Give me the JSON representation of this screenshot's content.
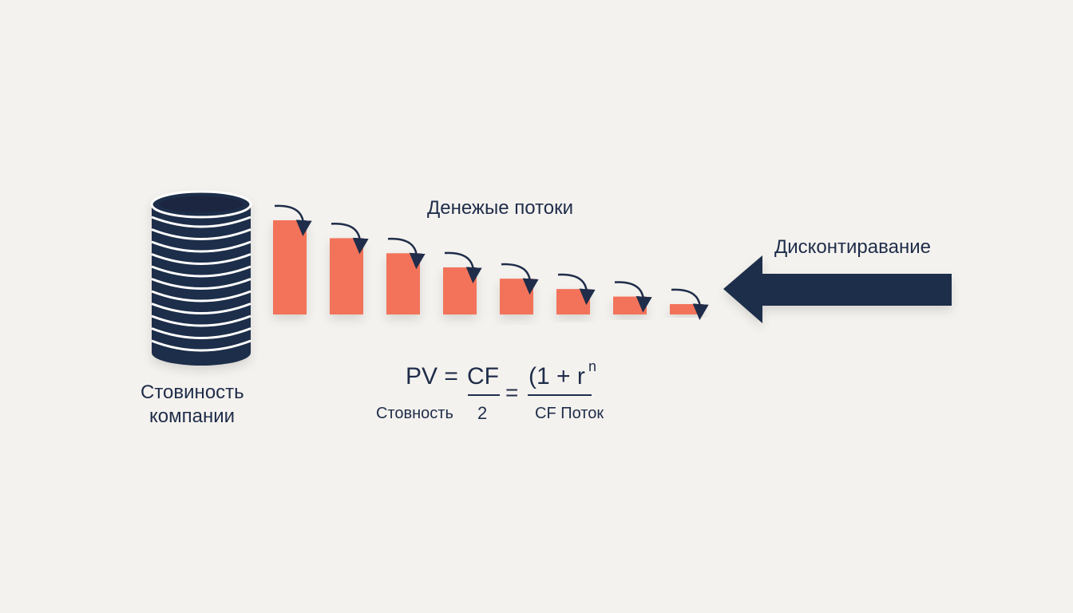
{
  "diagram": {
    "colors": {
      "background": "#f4f2ee",
      "navy": "#1f2d4a",
      "coral": "#f2735a",
      "ring": "#ffffff"
    },
    "labels": {
      "cash_flows_title": "Денежые потоки",
      "discounting": "Дисконтиравание",
      "company_value_line1": "Стовиность",
      "company_value_line2": "компании"
    },
    "cash_flow_bars": {
      "count": 8,
      "relative_values": [
        1.0,
        0.81,
        0.65,
        0.5,
        0.38,
        0.27,
        0.19,
        0.11
      ]
    },
    "formula": {
      "pv": "PV =",
      "cf": "CF",
      "equals": "=",
      "numerator": "(1 + r",
      "exponent": "n",
      "value_label": "Стовность",
      "two": "2",
      "denominator": "CF Поток"
    },
    "icons": {
      "coin_stack": "coin-stack-icon",
      "discount_arrow": "left-arrow-icon",
      "curved_arrow": "curved-arrow-icon"
    }
  }
}
